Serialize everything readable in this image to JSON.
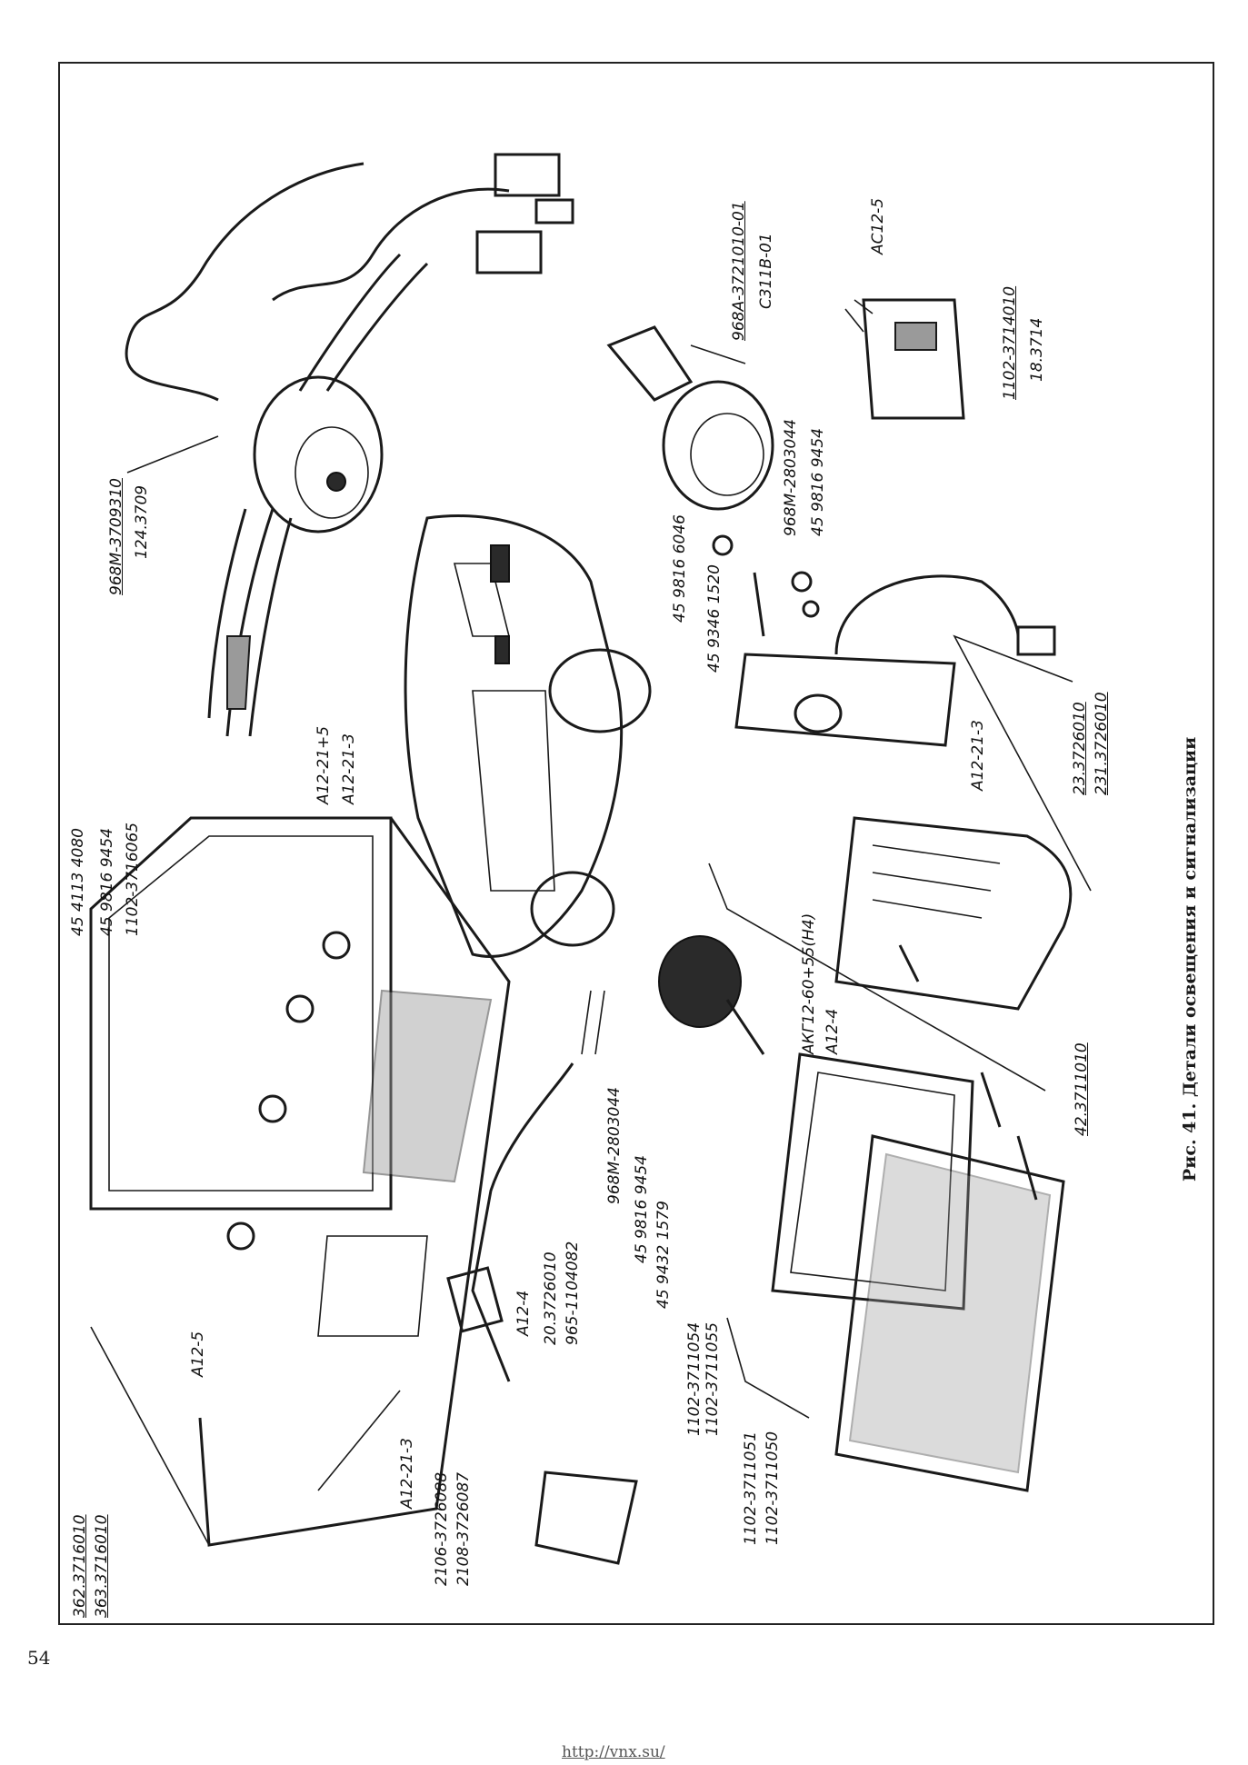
{
  "page": {
    "page_number": "54",
    "url": "http://vnx.su/",
    "caption": "Рис. 41. Детали освещения и сигнализации"
  },
  "labels": {
    "l1": "968М-3709310",
    "l2": "124.3709",
    "l3": "45 4113 4080",
    "l4": "45 9816 9454",
    "l5": "1102-3716065",
    "l6": "А12-21+5",
    "l7": "А12-21-3",
    "l8": "968А-3721010-01",
    "l9": "С311В-01",
    "l10": "АС12-5",
    "l11": "1102-3714010",
    "l12": "18.3714",
    "l13": "968М-2803044",
    "l14": "45 9816 9454",
    "l15": "45 9816 6046",
    "l16": "45 9346 1520",
    "l17": "А12-21-3",
    "l18": "23.3726010",
    "l19": "231.3726010",
    "l20": "АКГ12-60+55(Н4)",
    "l21": "А12-4",
    "l22": "42.3711010",
    "l23": "968М-2803044",
    "l24": "45 9816 9454",
    "l25": "45 9432 1579",
    "l26": "1102-3711054",
    "l27": "1102-3711055",
    "l28": "1102-3711051",
    "l29": "1102-3711050",
    "l30": "20.3726010",
    "l31": "965-1104082",
    "l32": "А12-4",
    "l33": "А12-5",
    "l34": "362.3716010",
    "l35": "363.3716010",
    "l36": "А12-21-3",
    "l37": "2106-3726088",
    "l38": "2108-3726087"
  }
}
